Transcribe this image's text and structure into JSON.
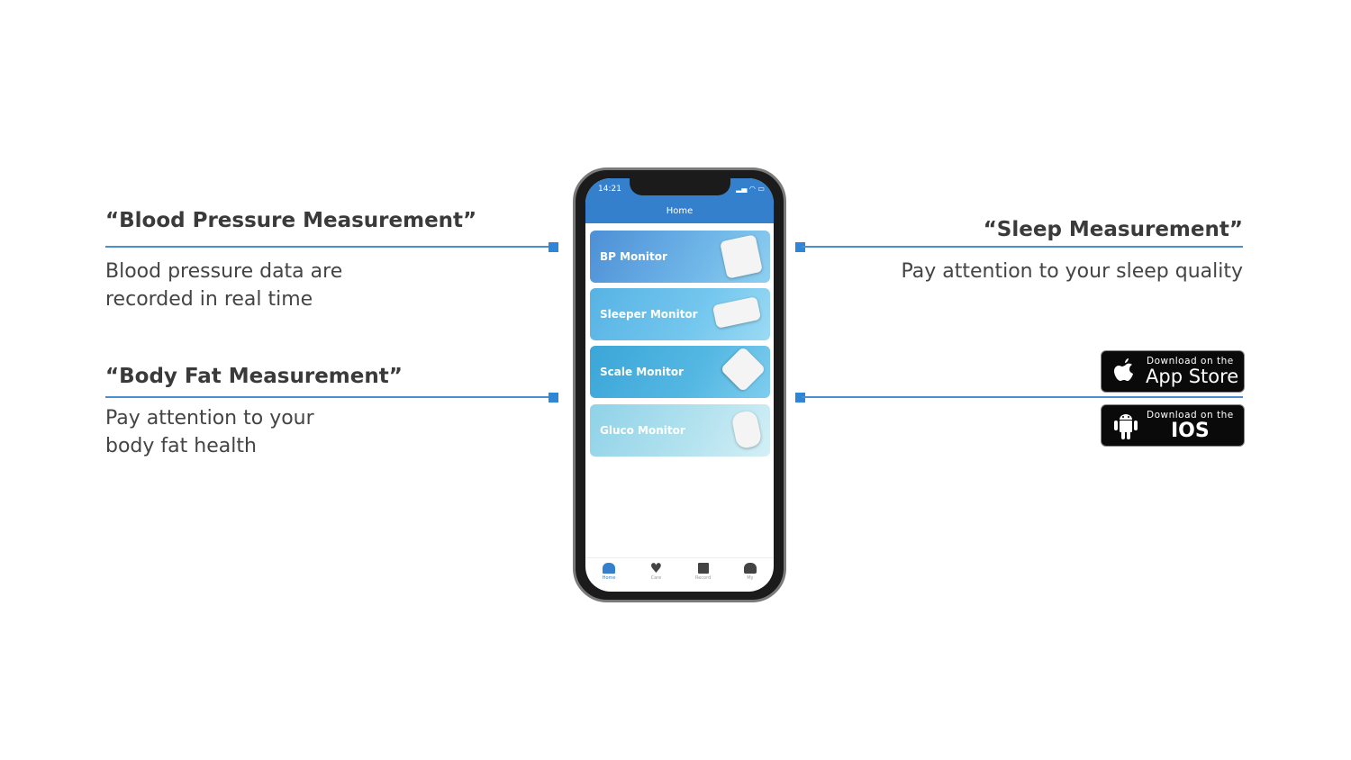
{
  "left": {
    "bp": {
      "heading": "“Blood Pressure Measurement”",
      "text1": "Blood pressure data are",
      "text2": "recorded in real time"
    },
    "fat": {
      "heading": "“Body Fat Measurement”",
      "text1": "Pay attention to your",
      "text2": "body fat health"
    }
  },
  "right": {
    "sleep": {
      "heading": "“Sleep Measurement”",
      "text": "Pay attention to your sleep quality"
    },
    "appstore": {
      "small": "Download on the",
      "big": "App Store",
      "icon": "apple-icon"
    },
    "ios": {
      "small": "Download on the",
      "big": "IOS",
      "icon": "android-icon"
    }
  },
  "phone": {
    "time": "14:21",
    "title": "Home",
    "cards": [
      {
        "label": "BP Monitor"
      },
      {
        "label": "Sleeper Monitor"
      },
      {
        "label": "Scale Monitor"
      },
      {
        "label": "Gluco Monitor"
      }
    ],
    "tabs": [
      {
        "label": "Home"
      },
      {
        "label": "Care"
      },
      {
        "label": "Record"
      },
      {
        "label": "My"
      }
    ]
  },
  "colors": {
    "accent": "#3580cc",
    "line": "#4a90d0"
  }
}
